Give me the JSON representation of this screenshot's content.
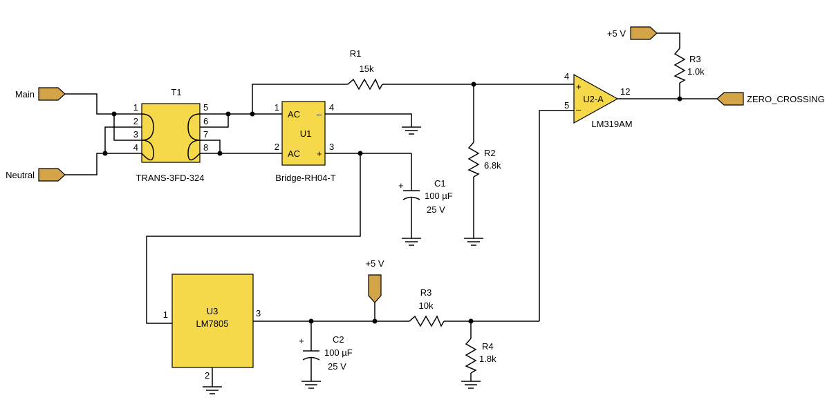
{
  "ports": {
    "main": "Main",
    "neutral": "Neutral",
    "vcc_top": "+5 V",
    "vcc_mid": "+5 V",
    "zero_crossing": "ZERO_CROSSING"
  },
  "t1": {
    "ref": "T1",
    "part": "TRANS-3FD-324",
    "pins": [
      "1",
      "2",
      "3",
      "4",
      "5",
      "6",
      "7",
      "8"
    ]
  },
  "u1": {
    "ref": "U1",
    "part": "Bridge-RH04-T",
    "ac1": "AC",
    "ac2": "AC",
    "minus": "–",
    "plus": "+",
    "pins": [
      "1",
      "2",
      "3",
      "4"
    ]
  },
  "u2": {
    "ref": "U2-A",
    "part": "LM319AM",
    "pin_in_plus": "4",
    "pin_in_minus": "5",
    "pin_out": "12",
    "plus": "+",
    "minus": "–"
  },
  "u3": {
    "ref": "U3",
    "part": "LM7805",
    "pin_in": "1",
    "pin_out": "3",
    "pin_gnd": "2"
  },
  "resistors": {
    "r1": {
      "ref": "R1",
      "value": "15k"
    },
    "r2": {
      "ref": "R2",
      "value": "6.8k"
    },
    "r3_top": {
      "ref": "R3",
      "value": "1.0k"
    },
    "r3_bottom": {
      "ref": "R3",
      "value": "10k"
    },
    "r4": {
      "ref": "R4",
      "value": "1.8k"
    }
  },
  "capacitors": {
    "c1": {
      "ref": "C1",
      "value": "100 µF",
      "voltage": "25 V",
      "polarity": "+"
    },
    "c2": {
      "ref": "C2",
      "value": "100 µF",
      "voltage": "25 V",
      "polarity": "+"
    }
  },
  "colors": {
    "component_fill": "#f5d94a",
    "port_fill": "#d4a449",
    "wire": "#000000"
  }
}
